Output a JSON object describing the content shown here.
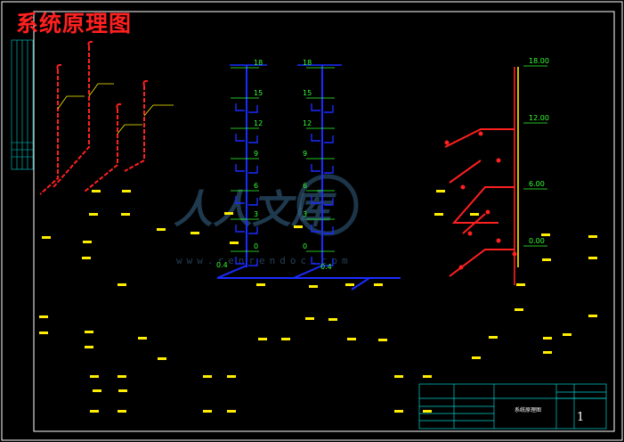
{
  "title": "系统原理图",
  "watermark": {
    "brand": "人人文库",
    "url": "www.renrendoc.com"
  },
  "blue_riser_levels": [
    "18",
    "15",
    "12",
    "9",
    "6",
    "3",
    "0"
  ],
  "red_riser_levels": [
    "18.00",
    "12.00",
    "6.00",
    "0.00"
  ],
  "dim_label": "0.4",
  "title_block": {
    "sheet_number": "1",
    "drawing_name": "系统原理图"
  },
  "colors": {
    "blue_pipe": "#1a2cff",
    "red_pipe": "#ff2020",
    "yellow_pipe": "#ffee00",
    "level_text": "#33ff33",
    "frame": "#ffffff",
    "title_block": "#00d0d0"
  }
}
